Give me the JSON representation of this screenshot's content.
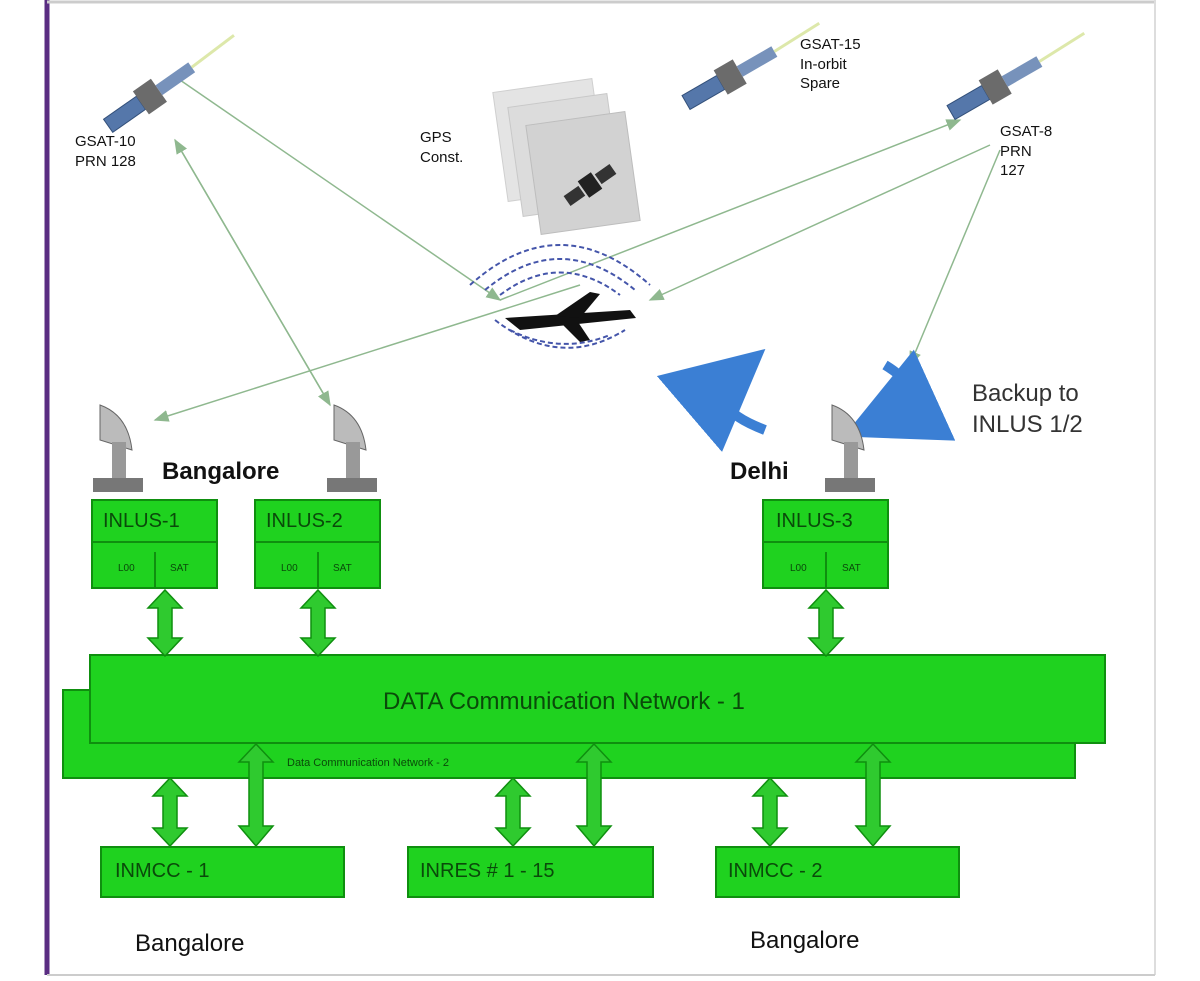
{
  "satellites": {
    "gsat10": "GSAT-10\nPRN 128",
    "gsat15": "GSAT-15\nIn-orbit\nSpare",
    "gsat8": "GSAT-8\nPRN\n127"
  },
  "gps_label": "GPS\nConst.",
  "backup_note": "Backup to\nINLUS 1/2",
  "cities": {
    "bangalore_top": "Bangalore",
    "delhi": "Delhi",
    "bangalore_left": "Bangalore",
    "bangalore_right": "Bangalore"
  },
  "uplink_stations": [
    {
      "name": "INLUS-1",
      "cells": [
        "L00",
        "SAT"
      ]
    },
    {
      "name": "INLUS-2",
      "cells": [
        "L00",
        "SAT"
      ]
    },
    {
      "name": "INLUS-3",
      "cells": [
        "L00",
        "SAT"
      ]
    }
  ],
  "networks": {
    "dcn1": "DATA Communication Network - 1",
    "dcn2": "Data Communication Network - 2"
  },
  "bottom_boxes": [
    "INMCC - 1",
    "INRES # 1 - 15",
    "INMCC - 2"
  ],
  "colors": {
    "green": "#1fd21f",
    "green_dark": "#0f9a0f",
    "link": "#8fb88f",
    "satellite": "#5577aa",
    "curved_arrow": "#3b7fd4",
    "frame": "#5a2d82"
  }
}
